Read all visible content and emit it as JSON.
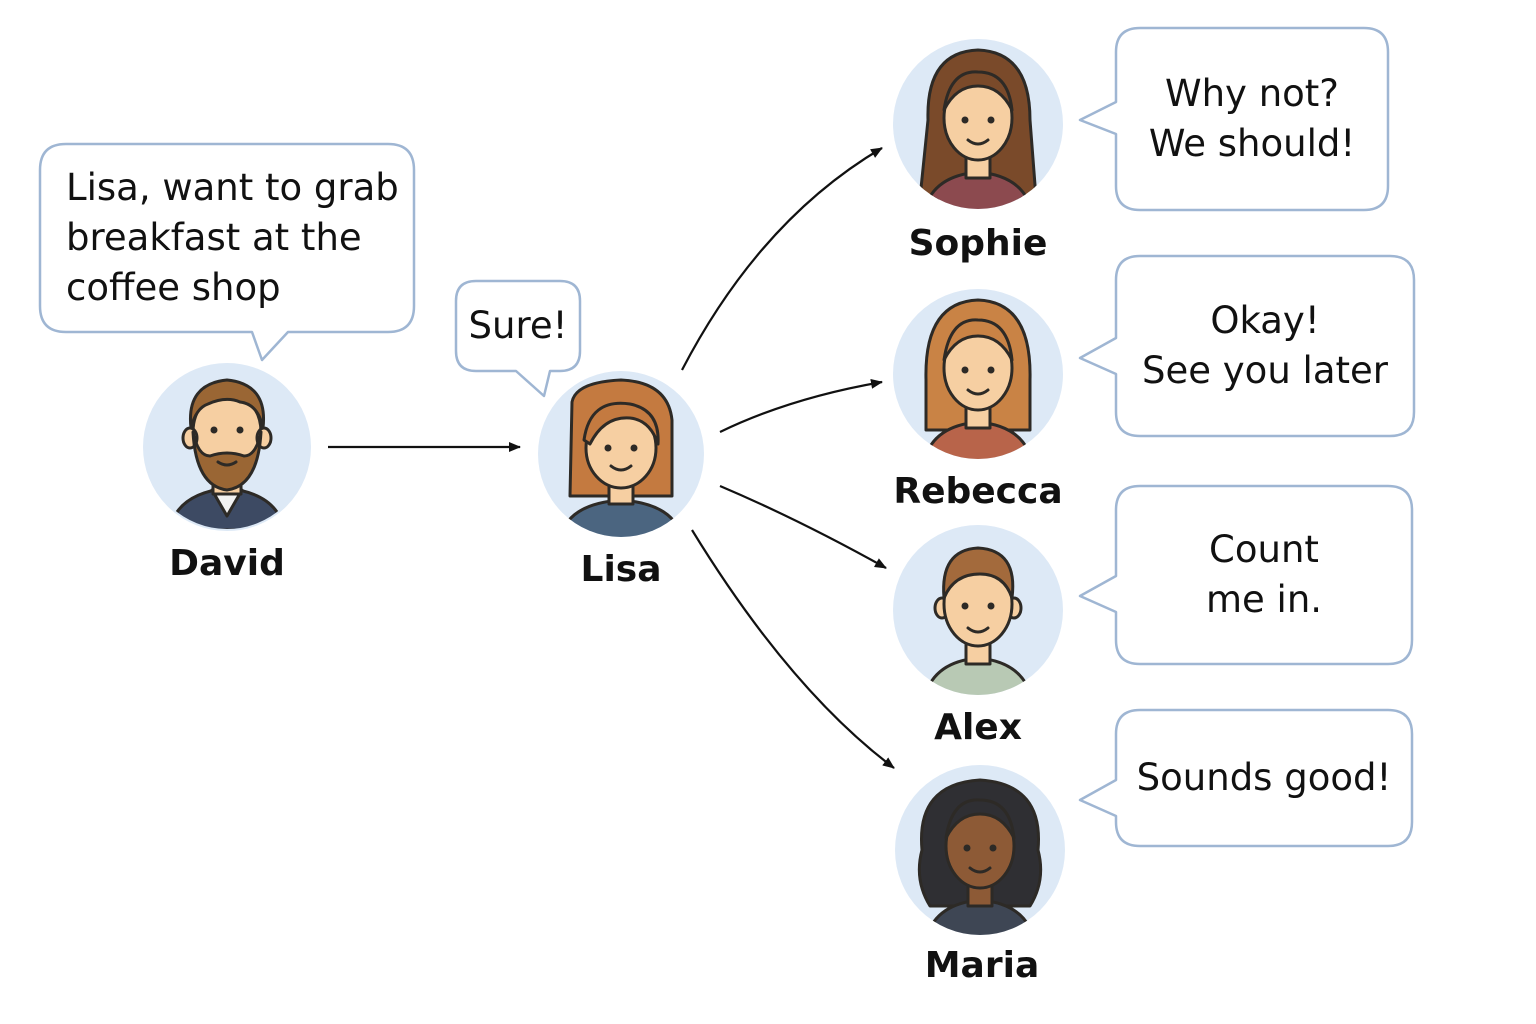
{
  "people": {
    "david": {
      "name": "David",
      "message": "Lisa, want to grab\nbreakfast at the\ncoffee shop"
    },
    "lisa": {
      "name": "Lisa",
      "message": "Sure!"
    },
    "sophie": {
      "name": "Sophie",
      "message": "Why not?\nWe should!"
    },
    "rebecca": {
      "name": "Rebecca",
      "message": "Okay!\nSee you later"
    },
    "alex": {
      "name": "Alex",
      "message": "Count\nme in."
    },
    "maria": {
      "name": "Maria",
      "message": "Sounds good!"
    }
  },
  "colors": {
    "bubble_border": "#9fb6d3",
    "avatar_circle": "#dde9f6",
    "arrow": "#111111",
    "outline": "#2d2a26"
  },
  "icons": {
    "david": "bearded-man-avatar-icon",
    "lisa": "woman-bob-haircut-avatar-icon",
    "sophie": "woman-long-hair-avatar-icon",
    "rebecca": "woman-auburn-hair-avatar-icon",
    "alex": "man-short-hair-avatar-icon",
    "maria": "woman-curly-hair-avatar-icon"
  }
}
